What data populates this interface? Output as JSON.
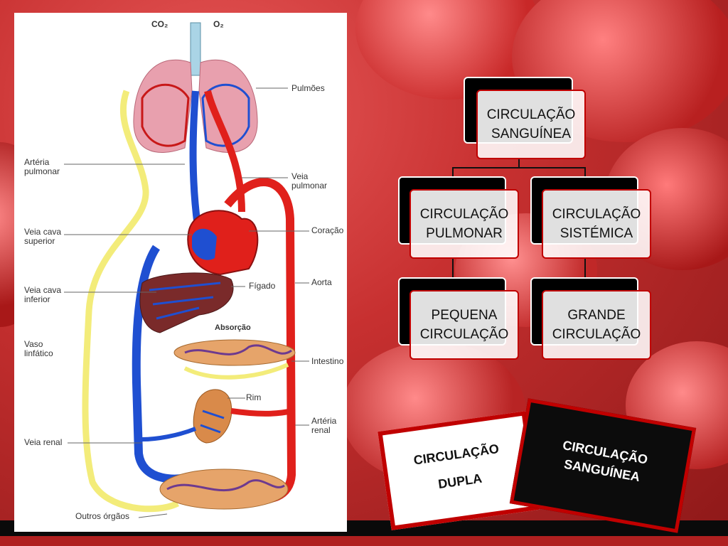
{
  "diagram": {
    "top_labels": {
      "co2": "CO₂",
      "o2": "O₂"
    },
    "labels": {
      "pulmoes": "Pulmões",
      "arteria_pulmonar": "Artéria\npulmonar",
      "veia_pulmonar": "Veia\npulmonar",
      "veia_cava_superior": "Veia cava\nsuperior",
      "coracao": "Coração",
      "veia_cava_inferior": "Veia cava\ninferior",
      "figado": "Fígado",
      "aorta": "Aorta",
      "absorcao": "Absorção",
      "vaso_linfatico": "Vaso\nlinfático",
      "intestino": "Intestino",
      "rim": "Rim",
      "arteria_renal": "Artéria\nrenal",
      "veia_renal": "Veia renal",
      "outros_orgaos": "Outros órgãos"
    }
  },
  "hierarchy": {
    "root": "CIRCULAÇÃO SANGUÍNEA",
    "left_branch": "CIRCULAÇÃO PULMONAR",
    "right_branch": "CIRCULAÇÃO SISTÉMICA",
    "left_leaf": "PEQUENA CIRCULAÇÃO",
    "right_leaf": "GRANDE CIRCULAÇÃO"
  },
  "cards": {
    "white_line1": "CIRCULAÇÃO",
    "white_line2": "DUPLA",
    "black_line1": "CIRCULAÇÃO",
    "black_line2": "SANGUÍNEA"
  },
  "colors": {
    "accent_red": "#c00000",
    "artery_red": "#e0201b",
    "vein_blue": "#1f4fd1",
    "lymph_yellow": "#f3ec7a"
  }
}
